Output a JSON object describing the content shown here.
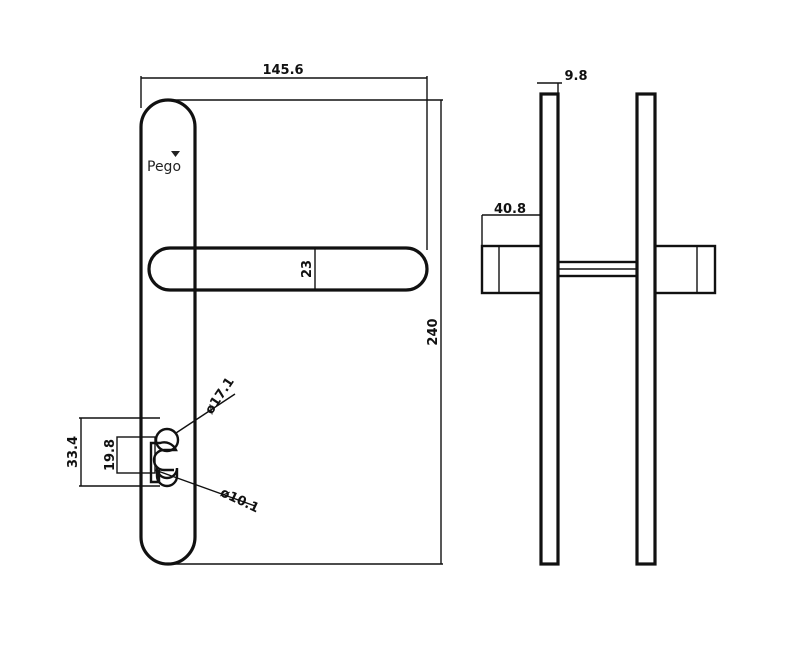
{
  "brand": {
    "name": "Pego"
  },
  "dimensions": {
    "overall_width": "145.6",
    "plate_thickness": "9.8",
    "rose_depth": "40.8",
    "lever_height": "23",
    "overall_height": "240",
    "keyhole_circle": "ø17.1",
    "keyhole_slot": "ø10.1",
    "keyhole_length": "33.4",
    "keyhole_offset": "19.8"
  }
}
